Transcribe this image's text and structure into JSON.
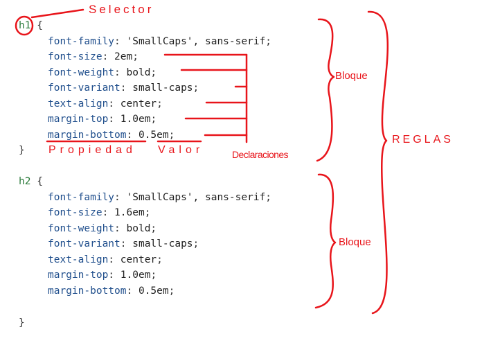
{
  "blocks": [
    {
      "selector": "h1",
      "open": "{",
      "close": "}",
      "declarations": [
        {
          "property": "font-family",
          "value": "'SmallCaps', sans-serif"
        },
        {
          "property": "font-size",
          "value": "2em"
        },
        {
          "property": "font-weight",
          "value": "bold"
        },
        {
          "property": "font-variant",
          "value": "small-caps"
        },
        {
          "property": "text-align",
          "value": "center"
        },
        {
          "property": "margin-top",
          "value": "1.0em"
        },
        {
          "property": "margin-bottom",
          "value": "0.5em"
        }
      ]
    },
    {
      "selector": "h2",
      "open": "{",
      "close": "}",
      "declarations": [
        {
          "property": "font-family",
          "value": "'SmallCaps', sans-serif"
        },
        {
          "property": "font-size",
          "value": "1.6em"
        },
        {
          "property": "font-weight",
          "value": "bold"
        },
        {
          "property": "font-variant",
          "value": "small-caps"
        },
        {
          "property": "text-align",
          "value": "center"
        },
        {
          "property": "margin-top",
          "value": "1.0em"
        },
        {
          "property": "margin-bottom",
          "value": "0.5em"
        }
      ]
    }
  ],
  "annotations": {
    "selector": "Selector",
    "bloque_1": "Bloque",
    "bloque_2": "Bloque",
    "reglas": "REGLAS",
    "propiedad": "Propiedad",
    "valor": "Valor",
    "declaraciones": "Declaraciones"
  },
  "colors": {
    "annotation": "#e8141a",
    "selector": "#2a7a3a",
    "property": "#1f4e8c",
    "text": "#222222"
  }
}
